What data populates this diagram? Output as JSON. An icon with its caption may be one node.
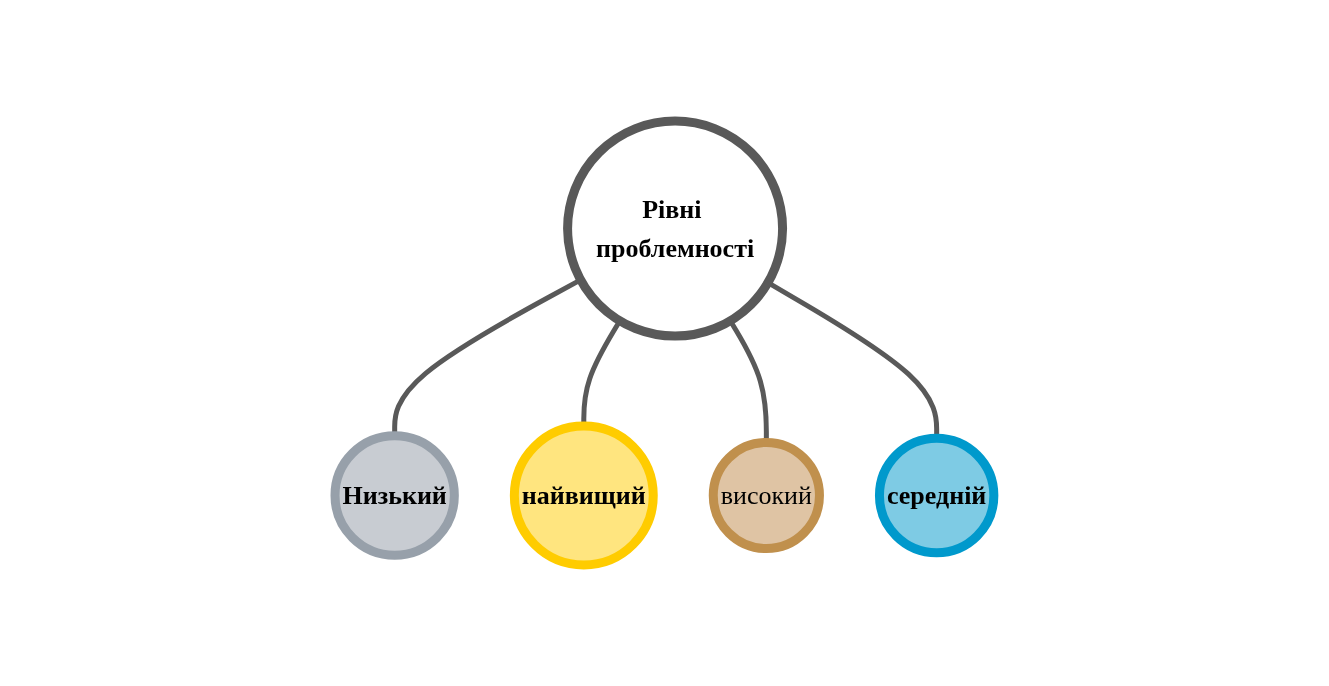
{
  "diagram": {
    "nodes": [
      {
        "text": [
          "Рівні проблемності"
        ]
      },
      {
        "text": [
          "Низький"
        ]
      },
      {
        "text": [
          "найвищий"
        ]
      },
      {
        "text": [
          "високий"
        ]
      },
      {
        "text": [
          "середній"
        ]
      }
    ],
    "edges": [
      {
        "from": 0,
        "to": 1,
        "arrow": "none"
      },
      {
        "from": 0,
        "to": 2,
        "arrow": "none"
      },
      {
        "from": 0,
        "to": 3,
        "arrow": "none"
      },
      {
        "from": 0,
        "to": 4,
        "arrow": "none"
      }
    ]
  }
}
